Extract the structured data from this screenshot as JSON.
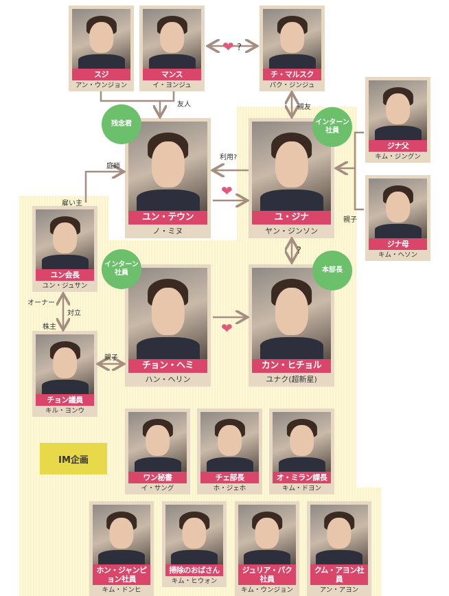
{
  "colors": {
    "name_band": "#d9466a",
    "badge": "#6cc06c",
    "card": "#e6d8c2",
    "arrow": "#a58e80",
    "heart": "#e2587a",
    "company_box": "#e8d94a"
  },
  "characters": [
    {
      "role": "スジ",
      "actor": "アン・ウンジョン"
    },
    {
      "role": "マンス",
      "actor": "イ・ヨンジュ"
    },
    {
      "role": "チ・マルスク",
      "actor": "パク・ジンジュ"
    },
    {
      "role": "ユン・テウン",
      "actor": "ノ・ミヌ"
    },
    {
      "role": "ユ・ジナ",
      "actor": "ヤン・ジンソン"
    },
    {
      "role": "ジナ父",
      "actor": "キム・ジングン"
    },
    {
      "role": "ジナ母",
      "actor": "キム・ヘソン"
    },
    {
      "role": "ユン会長",
      "actor": "ユン・ジュサン"
    },
    {
      "role": "チョン・ヘミ",
      "actor": "ハン・ヘリン"
    },
    {
      "role": "カン・ヒチョル",
      "actor": "ユナク(超新星)"
    },
    {
      "role": "チョン議員",
      "actor": "キル・ヨンウ"
    },
    {
      "role": "ワン秘書",
      "actor": "イ・サング"
    },
    {
      "role": "チェ部長",
      "actor": "ホ・ジェホ"
    },
    {
      "role": "オ・ミラン課長",
      "actor": "キム・ドヨン"
    },
    {
      "role": "ホン・ジャンピョン社員",
      "actor": "キム・ドンヒ"
    },
    {
      "role": "掃除のおばさん",
      "actor": "キム・ヒウォン"
    },
    {
      "role": "ジュリア・パク社員",
      "actor": "キム・ウンジョン"
    },
    {
      "role": "クム・アヨン社員",
      "actor": "アン・アヨン"
    }
  ],
  "badges": {
    "taewoong": "残念君",
    "jina_1": "インターン",
    "jina_2": "社員",
    "hemi_1": "インターン",
    "hemi_2": "社員",
    "hicheol": "本部長"
  },
  "relations": {
    "friends": "友人",
    "best_friend": "親友",
    "love_question": "?",
    "use": "利用?",
    "gardener": "庭師",
    "employer": "雇い主",
    "parent_child_1": "親子",
    "question": "?",
    "owner": "オーナー",
    "conflict": "対立",
    "shareholder": "株主",
    "parent_child_2": "親子"
  },
  "company": "IM企画"
}
